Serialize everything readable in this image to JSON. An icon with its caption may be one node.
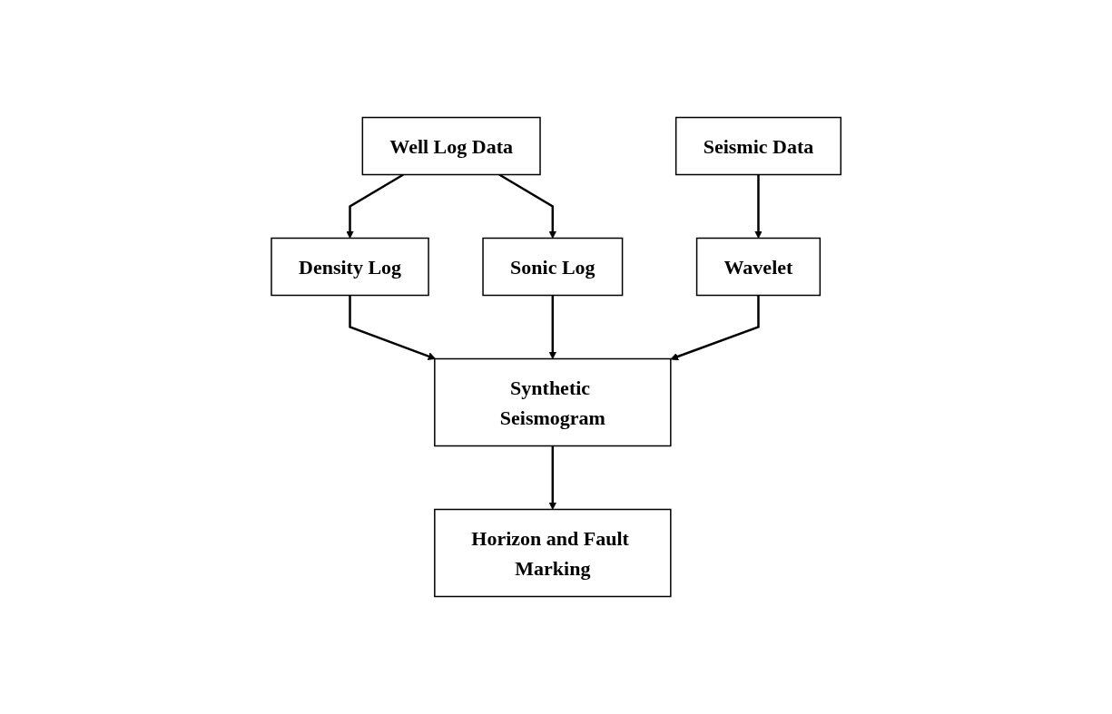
{
  "diagram": {
    "nodes": [
      {
        "text": [
          "Well Log Data"
        ]
      },
      {
        "text": [
          "Density Log"
        ]
      },
      {
        "text": [
          "Sonic Log"
        ]
      },
      {
        "text": [
          "Seismic Data"
        ]
      },
      {
        "text": [
          "Wavelet"
        ]
      },
      {
        "text": [
          "Synthetic Seismogram"
        ]
      },
      {
        "text": [
          "Horizon and Fault Marking"
        ]
      }
    ],
    "edges": [
      {
        "from": 0,
        "to": 1,
        "arrow": "to"
      },
      {
        "from": 0,
        "to": 2,
        "arrow": "to"
      },
      {
        "from": 3,
        "to": 4,
        "arrow": "to"
      },
      {
        "from": 1,
        "to": 5,
        "arrow": "to"
      },
      {
        "from": 2,
        "to": 5,
        "arrow": "to"
      },
      {
        "from": 4,
        "to": 5,
        "arrow": "to"
      },
      {
        "from": 5,
        "to": 6,
        "arrow": "to"
      }
    ]
  }
}
